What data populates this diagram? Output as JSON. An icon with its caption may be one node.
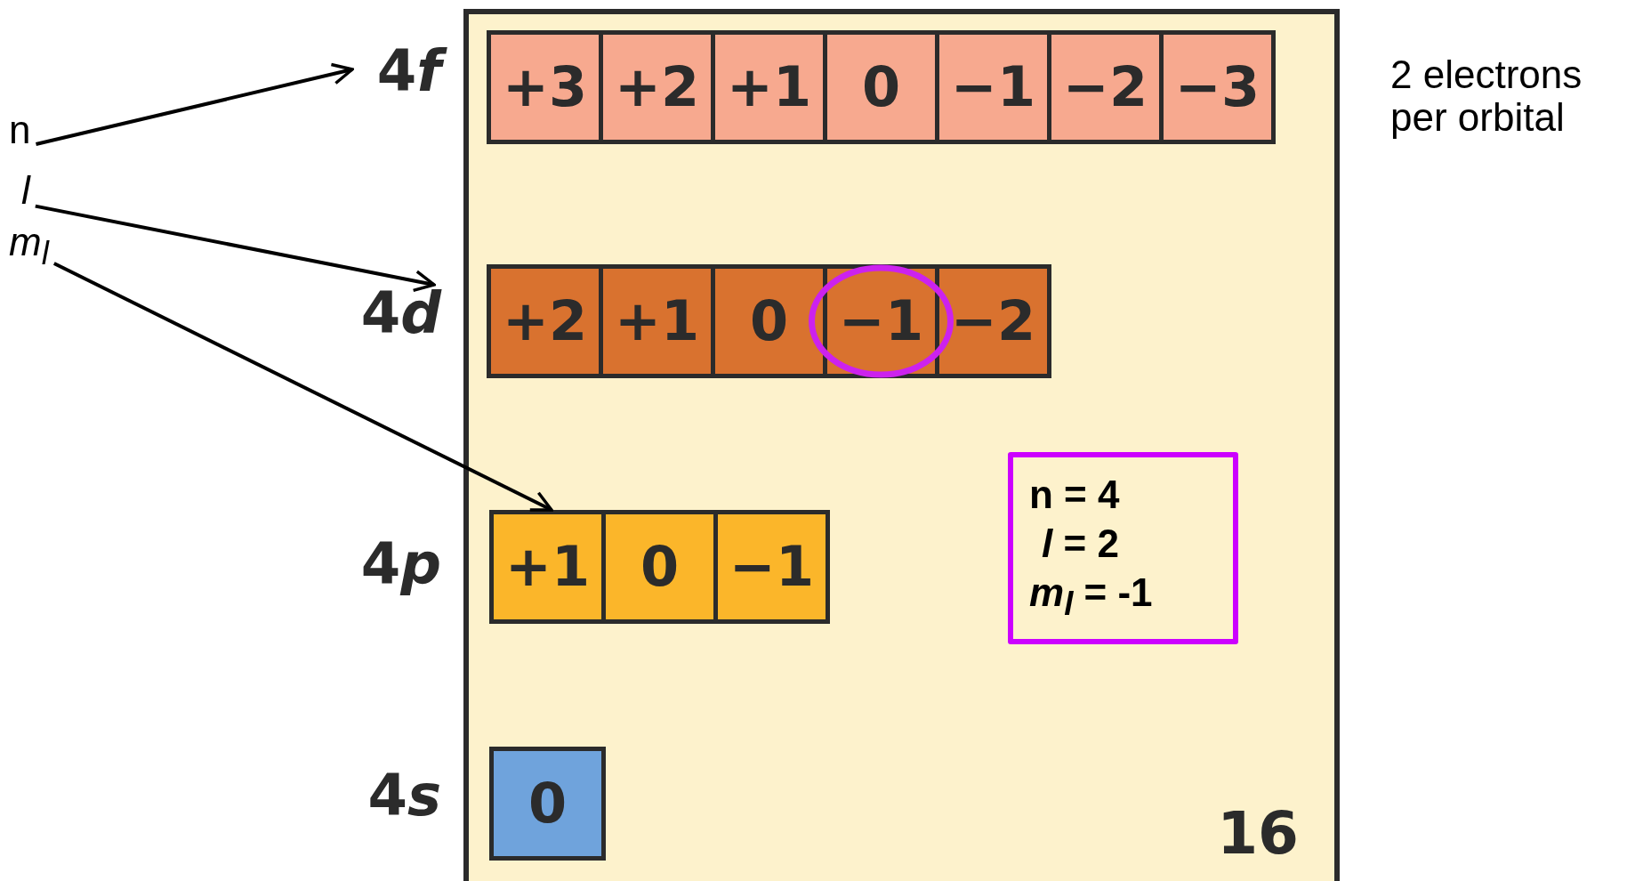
{
  "diagram": {
    "nodes": [
      {
        "text": [
          "n"
        ]
      },
      {
        "text": [
          "l"
        ]
      },
      {
        "text": [
          "*m*$_{l}$"
        ]
      },
      {
        "text": [
          "4f"
        ]
      },
      {
        "text": [
          "4d"
        ]
      },
      {
        "text": [
          "4p"
        ]
      },
      {
        "text": [
          "4s"
        ]
      },
      {
        "text": [
          "16"
        ]
      },
      {
        "text": [
          "+3"
        ],
        "in": 7
      },
      {
        "text": [
          "+2"
        ],
        "in": 7
      },
      {
        "text": [
          "+1"
        ],
        "in": 7
      },
      {
        "text": [
          "0"
        ],
        "in": 7
      },
      {
        "text": [
          "−1"
        ],
        "in": 7
      },
      {
        "text": [
          "−2"
        ],
        "in": 7
      },
      {
        "text": [
          "−3"
        ],
        "in": 7
      },
      {
        "text": [
          "+2"
        ],
        "in": 7
      },
      {
        "text": [
          "+1"
        ],
        "in": 7
      },
      {
        "text": [
          "0"
        ],
        "in": 7
      },
      {
        "text": [
          "−1"
        ],
        "in": 7
      },
      {
        "text": [
          "−2"
        ],
        "in": 7
      },
      {
        "text": [
          "+1"
        ],
        "in": 7
      },
      {
        "text": [
          "0"
        ],
        "in": 7
      },
      {
        "text": [
          "−1"
        ],
        "in": 7
      },
      {
        "text": [
          "0"
        ],
        "in": 7
      },
      {
        "text": [
          "n = 4",
          "*l* = 2",
          "*m*$_{l}$ = -1"
        ],
        "in": 7
      }
    ],
    "edges": [
      {
        "from": 0,
        "to": 3,
        "arrow": "to"
      },
      {
        "from": 1,
        "to": 4,
        "arrow": "to"
      },
      {
        "from": 2,
        "to": 20,
        "arrow": "to"
      }
    ],
    "labels": [
      "2 electrons per orbital"
    ]
  }
}
